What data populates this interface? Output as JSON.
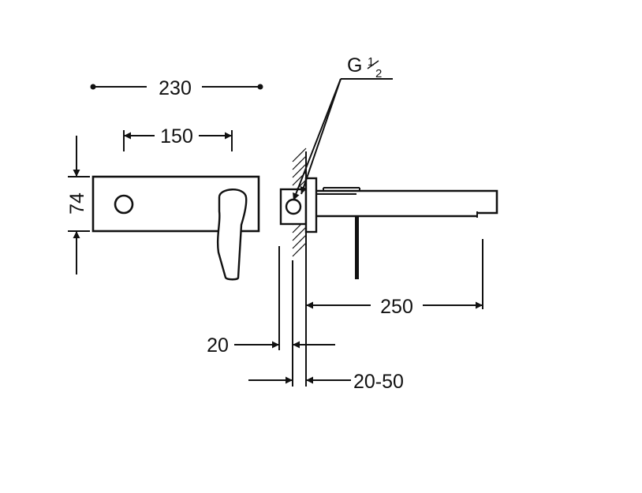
{
  "dimensions": {
    "total_width": "230",
    "plate_width": "150",
    "height": "74",
    "spout_length": "250",
    "plate_depth": "20",
    "wall_range": "20-50"
  },
  "connection": {
    "thread": "G",
    "thread_num": "1",
    "thread_den": "2"
  }
}
